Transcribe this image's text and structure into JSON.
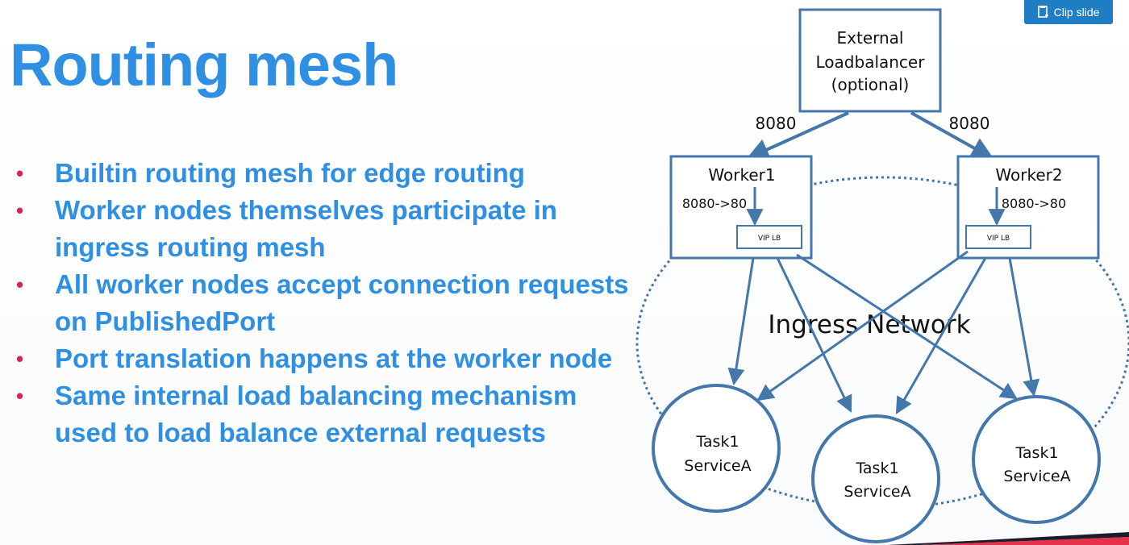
{
  "slide": {
    "title": "Routing mesh",
    "bullets": [
      {
        "text": "Builtin routing mesh for edge routing"
      },
      {
        "text": "Worker nodes themselves participate in ingress routing mesh"
      },
      {
        "text": "All worker nodes accept connection requests on PublishedPort"
      },
      {
        "text": "Port translation happens at the worker node"
      },
      {
        "text": "Same internal load balancing mechanism used to load balance external requests"
      }
    ],
    "bullet_symbol": "•"
  },
  "toolbar": {
    "clip_label": "Clip slide",
    "clip_icon": "clip-slide-icon"
  },
  "diagram": {
    "lb": {
      "line1": "External",
      "line2": "Loadbalancer",
      "line3": "(optional)"
    },
    "port_left": "8080",
    "port_right": "8080",
    "worker1": {
      "name": "Worker1",
      "mapping": "8080->80",
      "vip": "VIP LB"
    },
    "worker2": {
      "name": "Worker2",
      "mapping": "8080->80",
      "vip": "VIP LB"
    },
    "network_label": "Ingress Network",
    "tasks": [
      {
        "line1": "Task1",
        "line2": "ServiceA"
      },
      {
        "line1": "Task1",
        "line2": "ServiceA"
      },
      {
        "line1": "Task1",
        "line2": "ServiceA"
      }
    ]
  },
  "colors": {
    "title": "#2f8fe3",
    "bullet": "#d6245a",
    "diagram_stroke": "#4477aa",
    "button": "#1f7dc4"
  }
}
